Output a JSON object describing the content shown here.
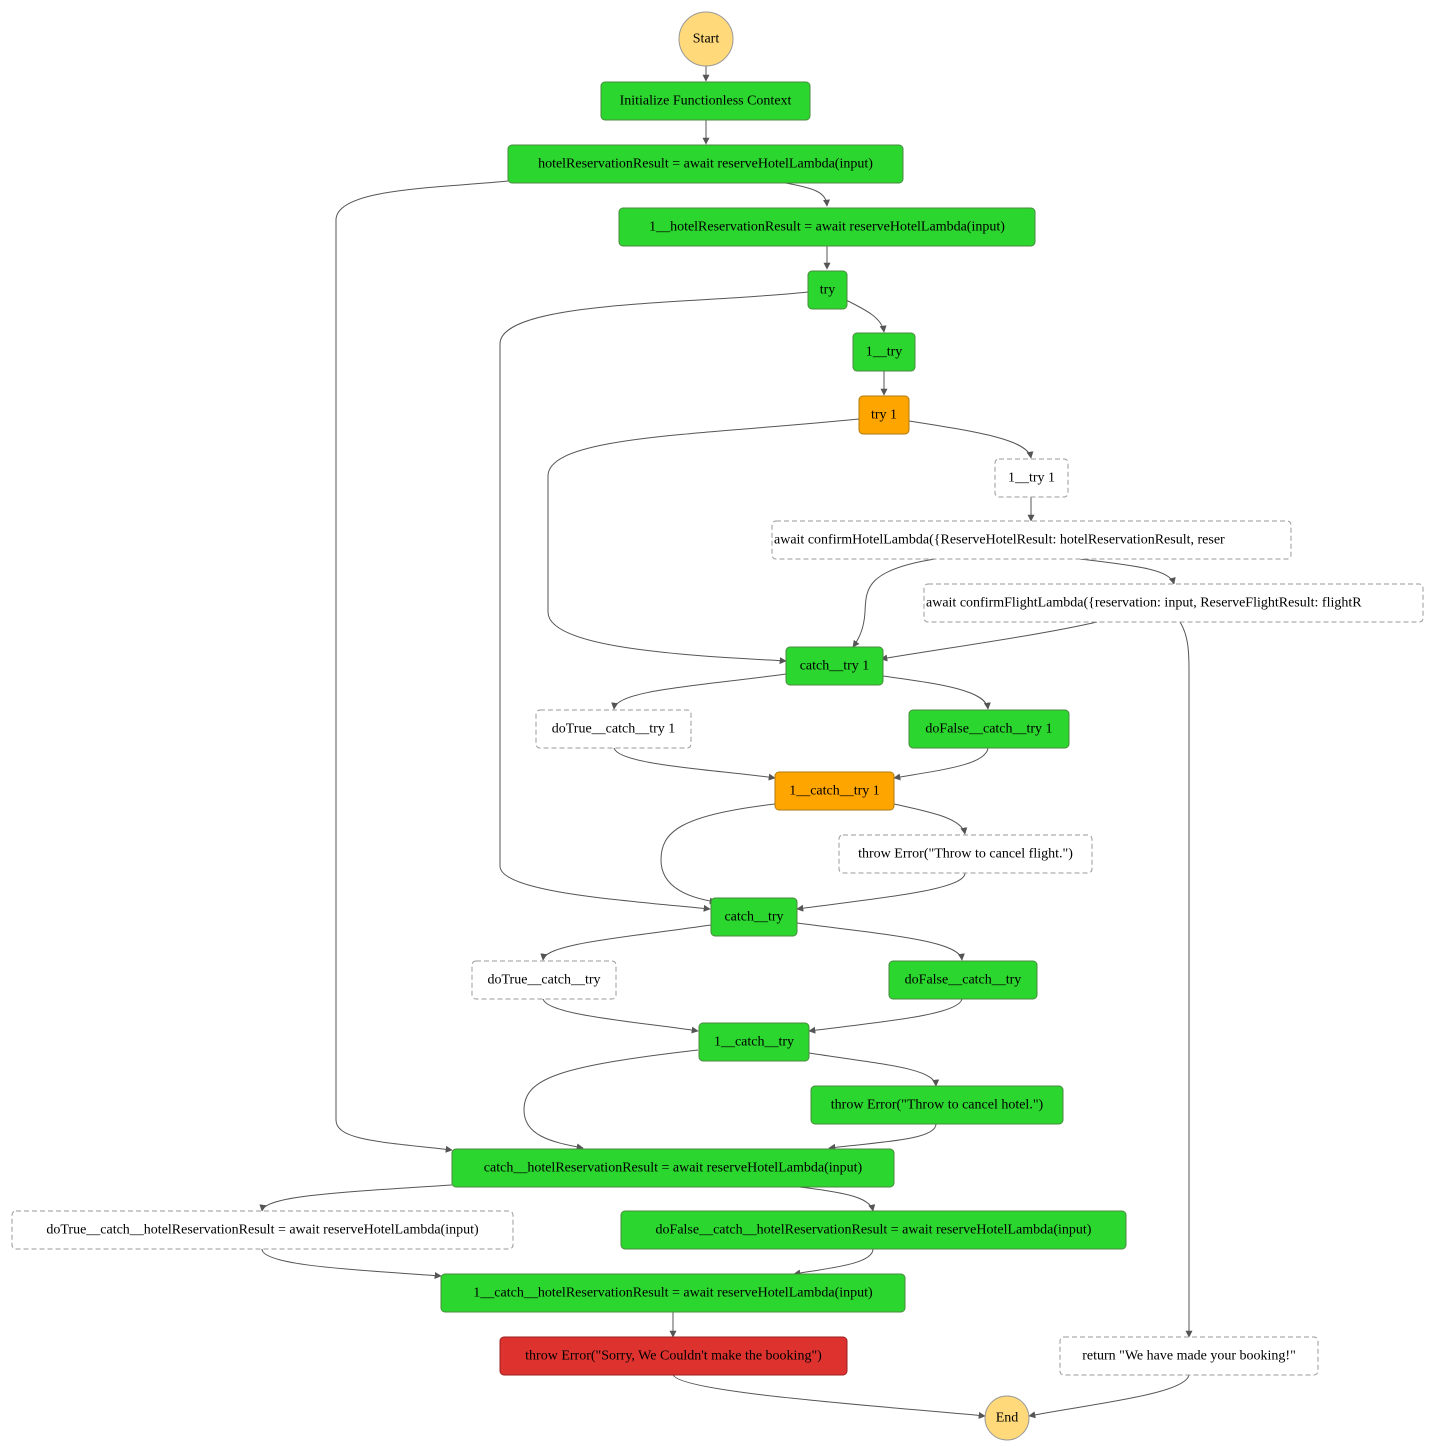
{
  "colors": {
    "succeeded": "#2bd62e",
    "caught": "#ffa500",
    "failed": "#de322f",
    "terminal": "#ffd97a",
    "not_executed": "#ffffff",
    "edge": "#555555"
  },
  "nodes": {
    "start": {
      "label": "Start",
      "status": "terminal"
    },
    "init": {
      "label": "Initialize Functionless Context",
      "status": "succeeded"
    },
    "hotel_result": {
      "label": "hotelReservationResult = await reserveHotelLambda(input)",
      "status": "succeeded"
    },
    "hotel_result_1": {
      "label": "1__hotelReservationResult = await reserveHotelLambda(input)",
      "status": "succeeded"
    },
    "try": {
      "label": "try",
      "status": "succeeded"
    },
    "try_1_step": {
      "label": "1__try",
      "status": "succeeded"
    },
    "try1": {
      "label": "try 1",
      "status": "caught"
    },
    "try1_1": {
      "label": "1__try 1",
      "status": "not_executed"
    },
    "confirm_hotel": {
      "label": "await confirmHotelLambda({ReserveHotelResult: hotelReservationResult, reser",
      "status": "not_executed"
    },
    "confirm_flight": {
      "label": "await confirmFlightLambda({reservation: input, ReserveFlightResult: flightR",
      "status": "not_executed"
    },
    "catch_try1": {
      "label": "catch__try 1",
      "status": "succeeded"
    },
    "dotrue_catch_try1": {
      "label": "doTrue__catch__try 1",
      "status": "not_executed"
    },
    "dofalse_catch_try1": {
      "label": "doFalse__catch__try 1",
      "status": "succeeded"
    },
    "one_catch_try1": {
      "label": "1__catch__try 1",
      "status": "caught"
    },
    "throw_flight": {
      "label": "throw Error(\"Throw to cancel flight.\")",
      "status": "not_executed"
    },
    "catch_try": {
      "label": "catch__try",
      "status": "succeeded"
    },
    "dotrue_catch_try": {
      "label": "doTrue__catch__try",
      "status": "not_executed"
    },
    "dofalse_catch_try": {
      "label": "doFalse__catch__try",
      "status": "succeeded"
    },
    "one_catch_try": {
      "label": "1__catch__try",
      "status": "succeeded"
    },
    "throw_hotel": {
      "label": "throw Error(\"Throw to cancel hotel.\")",
      "status": "succeeded"
    },
    "catch_hotel": {
      "label": "catch__hotelReservationResult = await reserveHotelLambda(input)",
      "status": "succeeded"
    },
    "dotrue_catch_hotel": {
      "label": "doTrue__catch__hotelReservationResult = await reserveHotelLambda(input)",
      "status": "not_executed"
    },
    "dofalse_catch_hotel": {
      "label": "doFalse__catch__hotelReservationResult = await reserveHotelLambda(input)",
      "status": "succeeded"
    },
    "one_catch_hotel": {
      "label": "1__catch__hotelReservationResult = await reserveHotelLambda(input)",
      "status": "succeeded"
    },
    "throw_sorry": {
      "label": "throw Error(\"Sorry, We Couldn't make the booking\")",
      "status": "failed"
    },
    "return_booking": {
      "label": "return \"We have made your booking!\"",
      "status": "not_executed"
    },
    "end": {
      "label": "End",
      "status": "terminal"
    }
  },
  "edges": [
    [
      "start",
      "init"
    ],
    [
      "init",
      "hotel_result"
    ],
    [
      "hotel_result",
      "hotel_result_1"
    ],
    [
      "hotel_result",
      "catch_hotel"
    ],
    [
      "hotel_result_1",
      "try"
    ],
    [
      "try",
      "try_1_step"
    ],
    [
      "try",
      "catch_try"
    ],
    [
      "try_1_step",
      "try1"
    ],
    [
      "try1",
      "try1_1"
    ],
    [
      "try1",
      "catch_try1"
    ],
    [
      "try1_1",
      "confirm_hotel"
    ],
    [
      "confirm_hotel",
      "confirm_flight"
    ],
    [
      "confirm_hotel",
      "catch_try1"
    ],
    [
      "confirm_flight",
      "catch_try1"
    ],
    [
      "confirm_flight",
      "return_booking"
    ],
    [
      "catch_try1",
      "dotrue_catch_try1"
    ],
    [
      "catch_try1",
      "dofalse_catch_try1"
    ],
    [
      "dotrue_catch_try1",
      "one_catch_try1"
    ],
    [
      "dofalse_catch_try1",
      "one_catch_try1"
    ],
    [
      "one_catch_try1",
      "throw_flight"
    ],
    [
      "one_catch_try1",
      "catch_try"
    ],
    [
      "throw_flight",
      "catch_try"
    ],
    [
      "catch_try",
      "dotrue_catch_try"
    ],
    [
      "catch_try",
      "dofalse_catch_try"
    ],
    [
      "dotrue_catch_try",
      "one_catch_try"
    ],
    [
      "dofalse_catch_try",
      "one_catch_try"
    ],
    [
      "one_catch_try",
      "throw_hotel"
    ],
    [
      "one_catch_try",
      "catch_hotel"
    ],
    [
      "throw_hotel",
      "catch_hotel"
    ],
    [
      "catch_hotel",
      "dotrue_catch_hotel"
    ],
    [
      "catch_hotel",
      "dofalse_catch_hotel"
    ],
    [
      "dotrue_catch_hotel",
      "one_catch_hotel"
    ],
    [
      "dofalse_catch_hotel",
      "one_catch_hotel"
    ],
    [
      "one_catch_hotel",
      "throw_sorry"
    ],
    [
      "throw_sorry",
      "end"
    ],
    [
      "return_booking",
      "end"
    ]
  ]
}
